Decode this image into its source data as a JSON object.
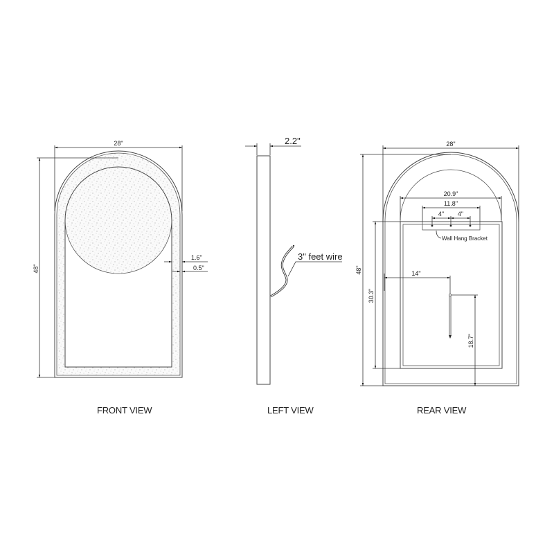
{
  "front_view": {
    "caption": "FRONT VIEW",
    "width_label": "28\"",
    "height_label": "48\"",
    "frame_width_label": "1.6\"",
    "inner_lip_label": "0.5\""
  },
  "left_view": {
    "caption": "LEFT VIEW",
    "depth_label": "2.2\"",
    "wire_label": "3\" feet wire"
  },
  "rear_view": {
    "caption": "REAR VIEW",
    "width_label": "28\"",
    "height_label": "48\"",
    "panel_width_label": "20.9\"",
    "bracket_width_label": "11.8\"",
    "hole_spacing_left_label": "4\"",
    "hole_spacing_right_label": "4\"",
    "bracket_label": "Wall Hang Bracket",
    "wire_offset_label": "14\"",
    "panel_height_label": "30.3\"",
    "wire_height_label": "18.7\""
  },
  "colors": {
    "line": "#444444",
    "text": "#222222",
    "background": "#ffffff"
  }
}
